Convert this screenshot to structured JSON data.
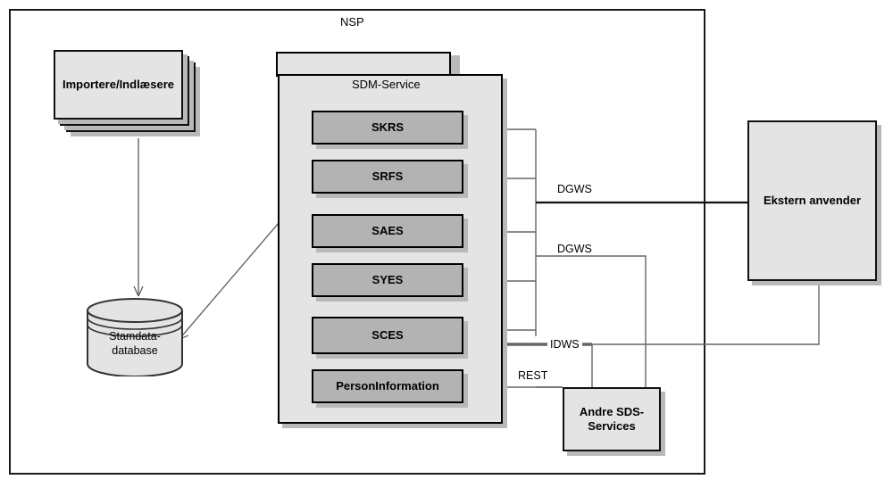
{
  "diagram": {
    "title": "NSP",
    "nodes": {
      "nsp_frame": {
        "label": "NSP"
      },
      "importers": {
        "label": "Importere/Indlæsere"
      },
      "database": {
        "label": "Stamdata-\ndatabase"
      },
      "sdm_service": {
        "label": "SDM-Service"
      },
      "services": [
        {
          "label": "SKRS"
        },
        {
          "label": "SRFS"
        },
        {
          "label": "SAES"
        },
        {
          "label": "SYES"
        },
        {
          "label": "SCES"
        },
        {
          "label": "PersonInformation"
        }
      ],
      "ekstern_anvender": {
        "label": "Ekstern anvender"
      },
      "andre_sds": {
        "label": "Andre SDS-\nServices"
      }
    },
    "edge_labels": [
      {
        "id": "dgws-ekstern",
        "label": "DGWS"
      },
      {
        "id": "dgws-andre",
        "label": "DGWS"
      },
      {
        "id": "idws",
        "label": "IDWS"
      },
      {
        "id": "rest",
        "label": "REST"
      }
    ],
    "colors": {
      "service_fill": "#b3b3b3",
      "node_fill": "#e4e4e4",
      "shadow": "#b9b9b9",
      "stroke": "#000000",
      "connector": "#666666",
      "connector_dark": "#000000"
    }
  }
}
